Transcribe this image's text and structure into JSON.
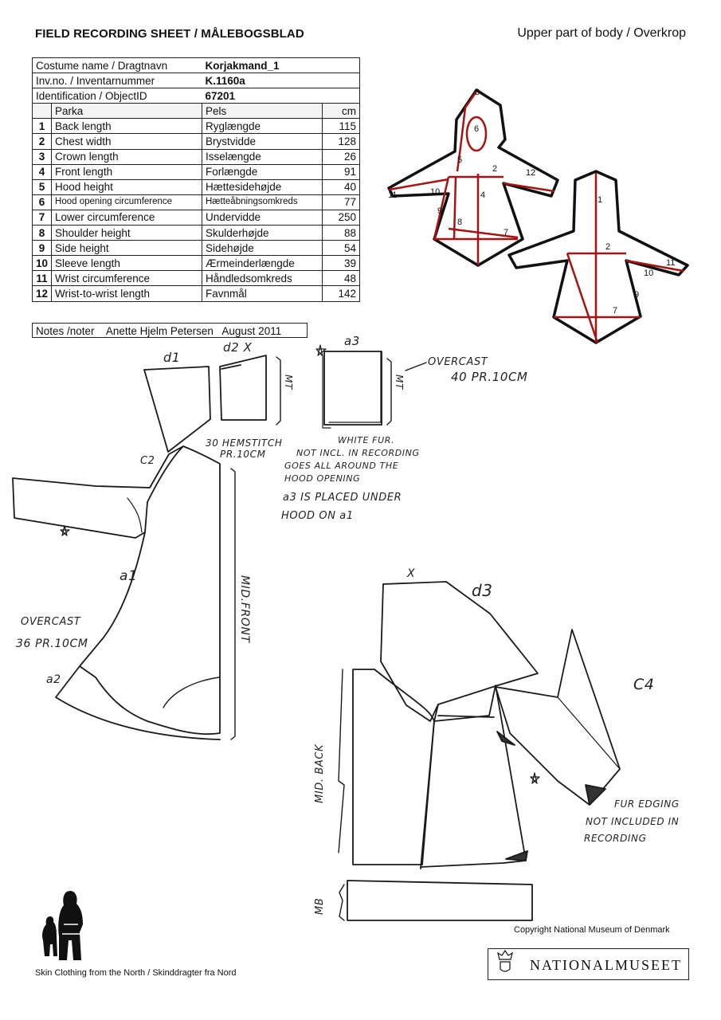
{
  "header": {
    "title": "FIELD RECORDING SHEET / MÅLEBOGSBLAD",
    "section": "Upper part of body / Overkrop"
  },
  "info": {
    "costume_label": "Costume name / Dragtnavn",
    "costume_value": "Korjakmand_1",
    "inv_label": "Inv.no. / Inventarnummer",
    "inv_value": "K.1160a",
    "id_label": "Identification / ObjectID",
    "id_value": "67201",
    "head_en": "Parka",
    "head_da": "Pels",
    "head_unit": "cm"
  },
  "measurements": [
    {
      "no": "1",
      "en": "Back length",
      "da": "Ryglængde",
      "cm": "115"
    },
    {
      "no": "2",
      "en": "Chest width",
      "da": "Brystvidde",
      "cm": "128"
    },
    {
      "no": "3",
      "en": "Crown length",
      "da": "Isselængde",
      "cm": "26"
    },
    {
      "no": "4",
      "en": "Front length",
      "da": "Forlængde",
      "cm": "91"
    },
    {
      "no": "5",
      "en": "Hood height",
      "da": "Hættesidehøjde",
      "cm": "40"
    },
    {
      "no": "6",
      "en": "Hood opening circumference",
      "da": "Hætteåbningsomkreds",
      "cm": "77"
    },
    {
      "no": "7",
      "en": "Lower circumference",
      "da": "Undervidde",
      "cm": "250"
    },
    {
      "no": "8",
      "en": "Shoulder height",
      "da": "Skulderhøjde",
      "cm": "88"
    },
    {
      "no": "9",
      "en": "Side height",
      "da": "Sidehøjde",
      "cm": "54"
    },
    {
      "no": "10",
      "en": "Sleeve length",
      "da": "Ærmeinderlængde",
      "cm": "39"
    },
    {
      "no": "11",
      "en": "Wrist circumference",
      "da": "Håndledsomkreds",
      "cm": "48"
    },
    {
      "no": "12",
      "en": "Wrist-to-wrist length",
      "da": "Favnmål",
      "cm": "142"
    }
  ],
  "notes": {
    "label": "Notes /noter",
    "author": "Anette Hjelm Petersen",
    "date": "August 2011"
  },
  "diagram_labels": {
    "front": [
      "3",
      "6",
      "5",
      "2",
      "12",
      "11",
      "10",
      "4",
      "9",
      "8",
      "7"
    ],
    "back": [
      "1",
      "2",
      "11",
      "10",
      "9",
      "7"
    ]
  },
  "sketch": {
    "d1": "d1",
    "d2x": "d2 X",
    "a3": "a3",
    "mt1": "MT",
    "mt2": "MT",
    "overcast1": "OVERCAST",
    "overcast1_rate": "40 PR.10CM",
    "hemstitch": "30 HEMSTITCH",
    "hemstitch_rate": "PR.10CM",
    "white_fur": "WHITE FUR.",
    "note1": "NOT INCL. IN RECORDING",
    "note2": "GOES ALL AROUND THE",
    "note3": "HOOD OPENING",
    "note4": "a3 IS PLACED UNDER",
    "note5": "HOOD ON a1",
    "c2": "C2",
    "a1": "a1",
    "overcast2": "OVERCAST",
    "overcast2_rate": "36 PR.10CM",
    "a2": "a2",
    "mid_front": "MID.FRONT",
    "x": "X",
    "d3": "d3",
    "c4": "C4",
    "mid_back": "MID. BACK",
    "fur1": "FUR EDGING",
    "fur2": "NOT INCLUDED IN",
    "fur3": "RECORDING",
    "mb": "MB"
  },
  "footer": {
    "copyright": "Copyright National Museum of Denmark",
    "series": "Skin Clothing from the North / Skinddragter fra Nord",
    "museum": "NATIONALMUSEET"
  }
}
